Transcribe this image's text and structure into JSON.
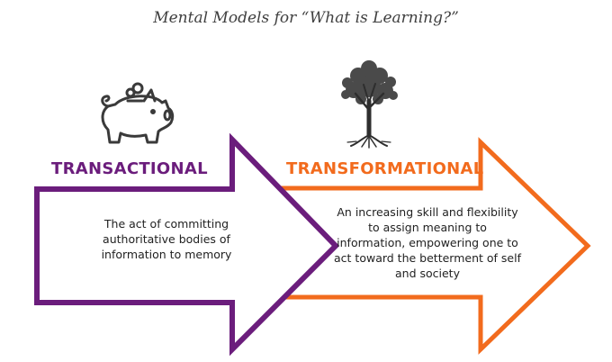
{
  "title": "Mental Models for “What is Learning?”",
  "models": [
    {
      "label": "TRANSACTIONAL",
      "description": "The act of committing authoritative bodies of information to memory",
      "icon": "piggy-bank-icon",
      "color": "#6b1d7c"
    },
    {
      "label": "TRANSFORMATIONAL",
      "description": "An increasing skill and flexibility to assign meaning to information, empowering one to act toward the betterment of self and society",
      "icon": "tree-icon",
      "color": "#f26b1d"
    }
  ]
}
